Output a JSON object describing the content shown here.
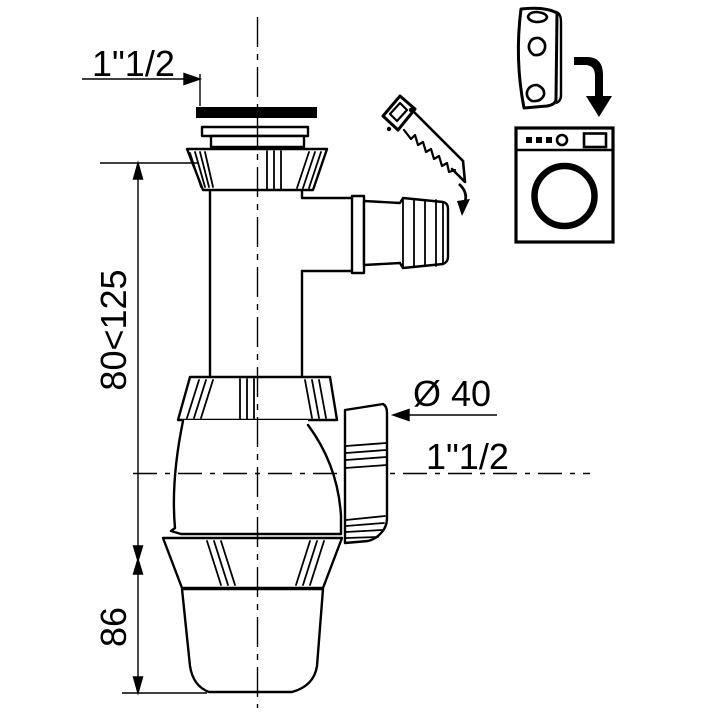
{
  "drawing": {
    "product": "bottle-trap siphon with washing machine branch outlet",
    "background": "#ffffff",
    "line_color": "#000000",
    "dimensions": {
      "inlet_thread": "1\"1/2",
      "adjustable_height": "80<125",
      "cup_height": "86",
      "outlet_diameter": "Ø 40",
      "outlet_thread": "1\"1/2"
    },
    "icons": {
      "hose_clamp": "hose-clamp-icon",
      "wall_strap": "curved-strap-icon",
      "down_arrow": "thick-down-arrow-icon",
      "washing_machine": "washing-machine-icon"
    }
  }
}
